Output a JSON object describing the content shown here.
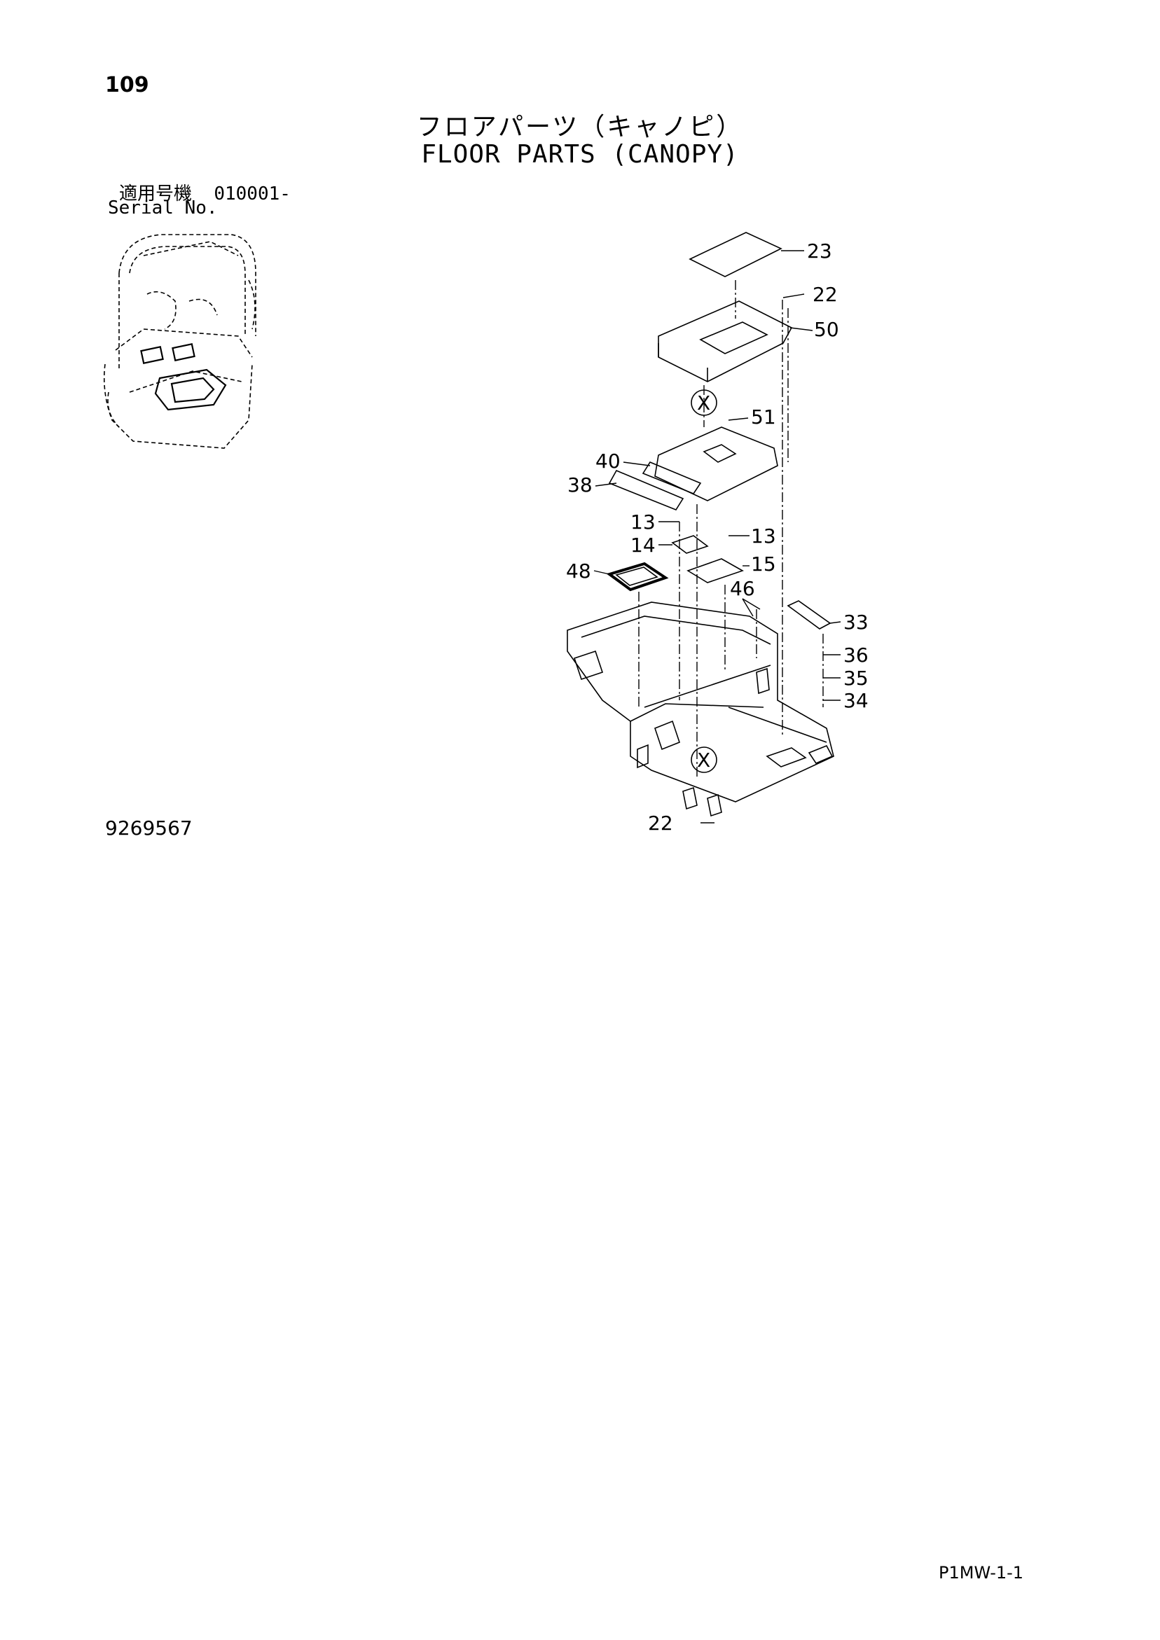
{
  "page_number": "109",
  "title_ja": "フロアパーツ（キャノピ）",
  "title_en": "FLOOR PARTS (CANOPY)",
  "serial": {
    "label_ja": "適用号機",
    "value": "010001-",
    "label_en": "Serial No."
  },
  "drawing_number": "9269567",
  "page_code": "P1MW-1-1",
  "zone_marker": "X",
  "callouts": [
    "23",
    "22",
    "50",
    "51",
    "40",
    "38",
    "13",
    "14",
    "13",
    "15",
    "48",
    "46",
    "33",
    "36",
    "35",
    "34",
    "22"
  ],
  "colors": {
    "ink": "#000000",
    "paper": "#ffffff"
  }
}
